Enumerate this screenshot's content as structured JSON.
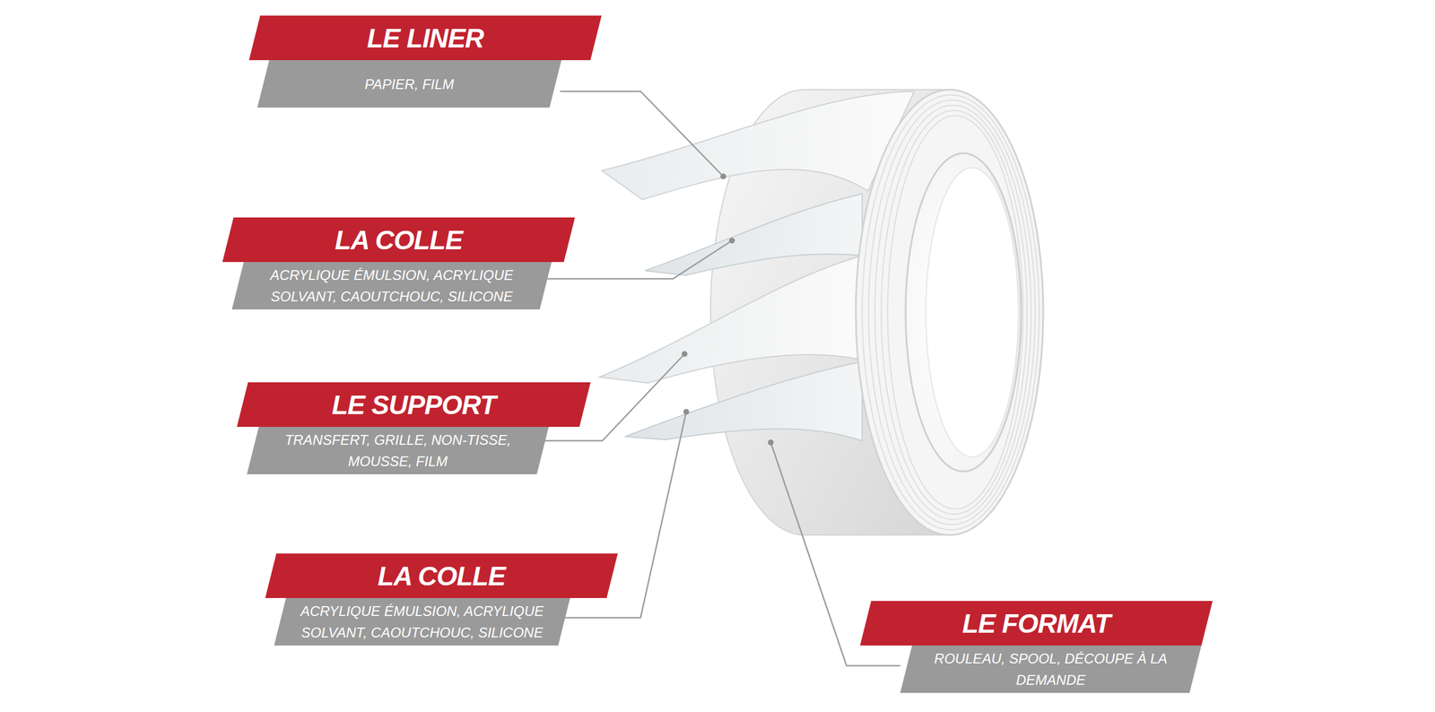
{
  "diagram": {
    "nodes": [
      {
        "text": [
          "LE LINER",
          "PAPIER, FILM"
        ]
      },
      {
        "text": [
          "LA COLLE",
          "ACRYLIQUE ÉMULSION, ACRYLIQUE SOLVANT, CAOUTCHOUC, SILICONE"
        ]
      },
      {
        "text": [
          "LE SUPPORT",
          "TRANSFERT, GRILLE, NON-TISSE, MOUSSE, FILM"
        ]
      },
      {
        "text": [
          "LA COLLE",
          "ACRYLIQUE ÉMULSION, ACRYLIQUE SOLVANT, CAOUTCHOUC, SILICONE"
        ]
      },
      {
        "text": [
          "LE FORMAT",
          "ROULEAU, SPOOL, DÉCOUPE À LA DEMANDE"
        ]
      }
    ]
  }
}
